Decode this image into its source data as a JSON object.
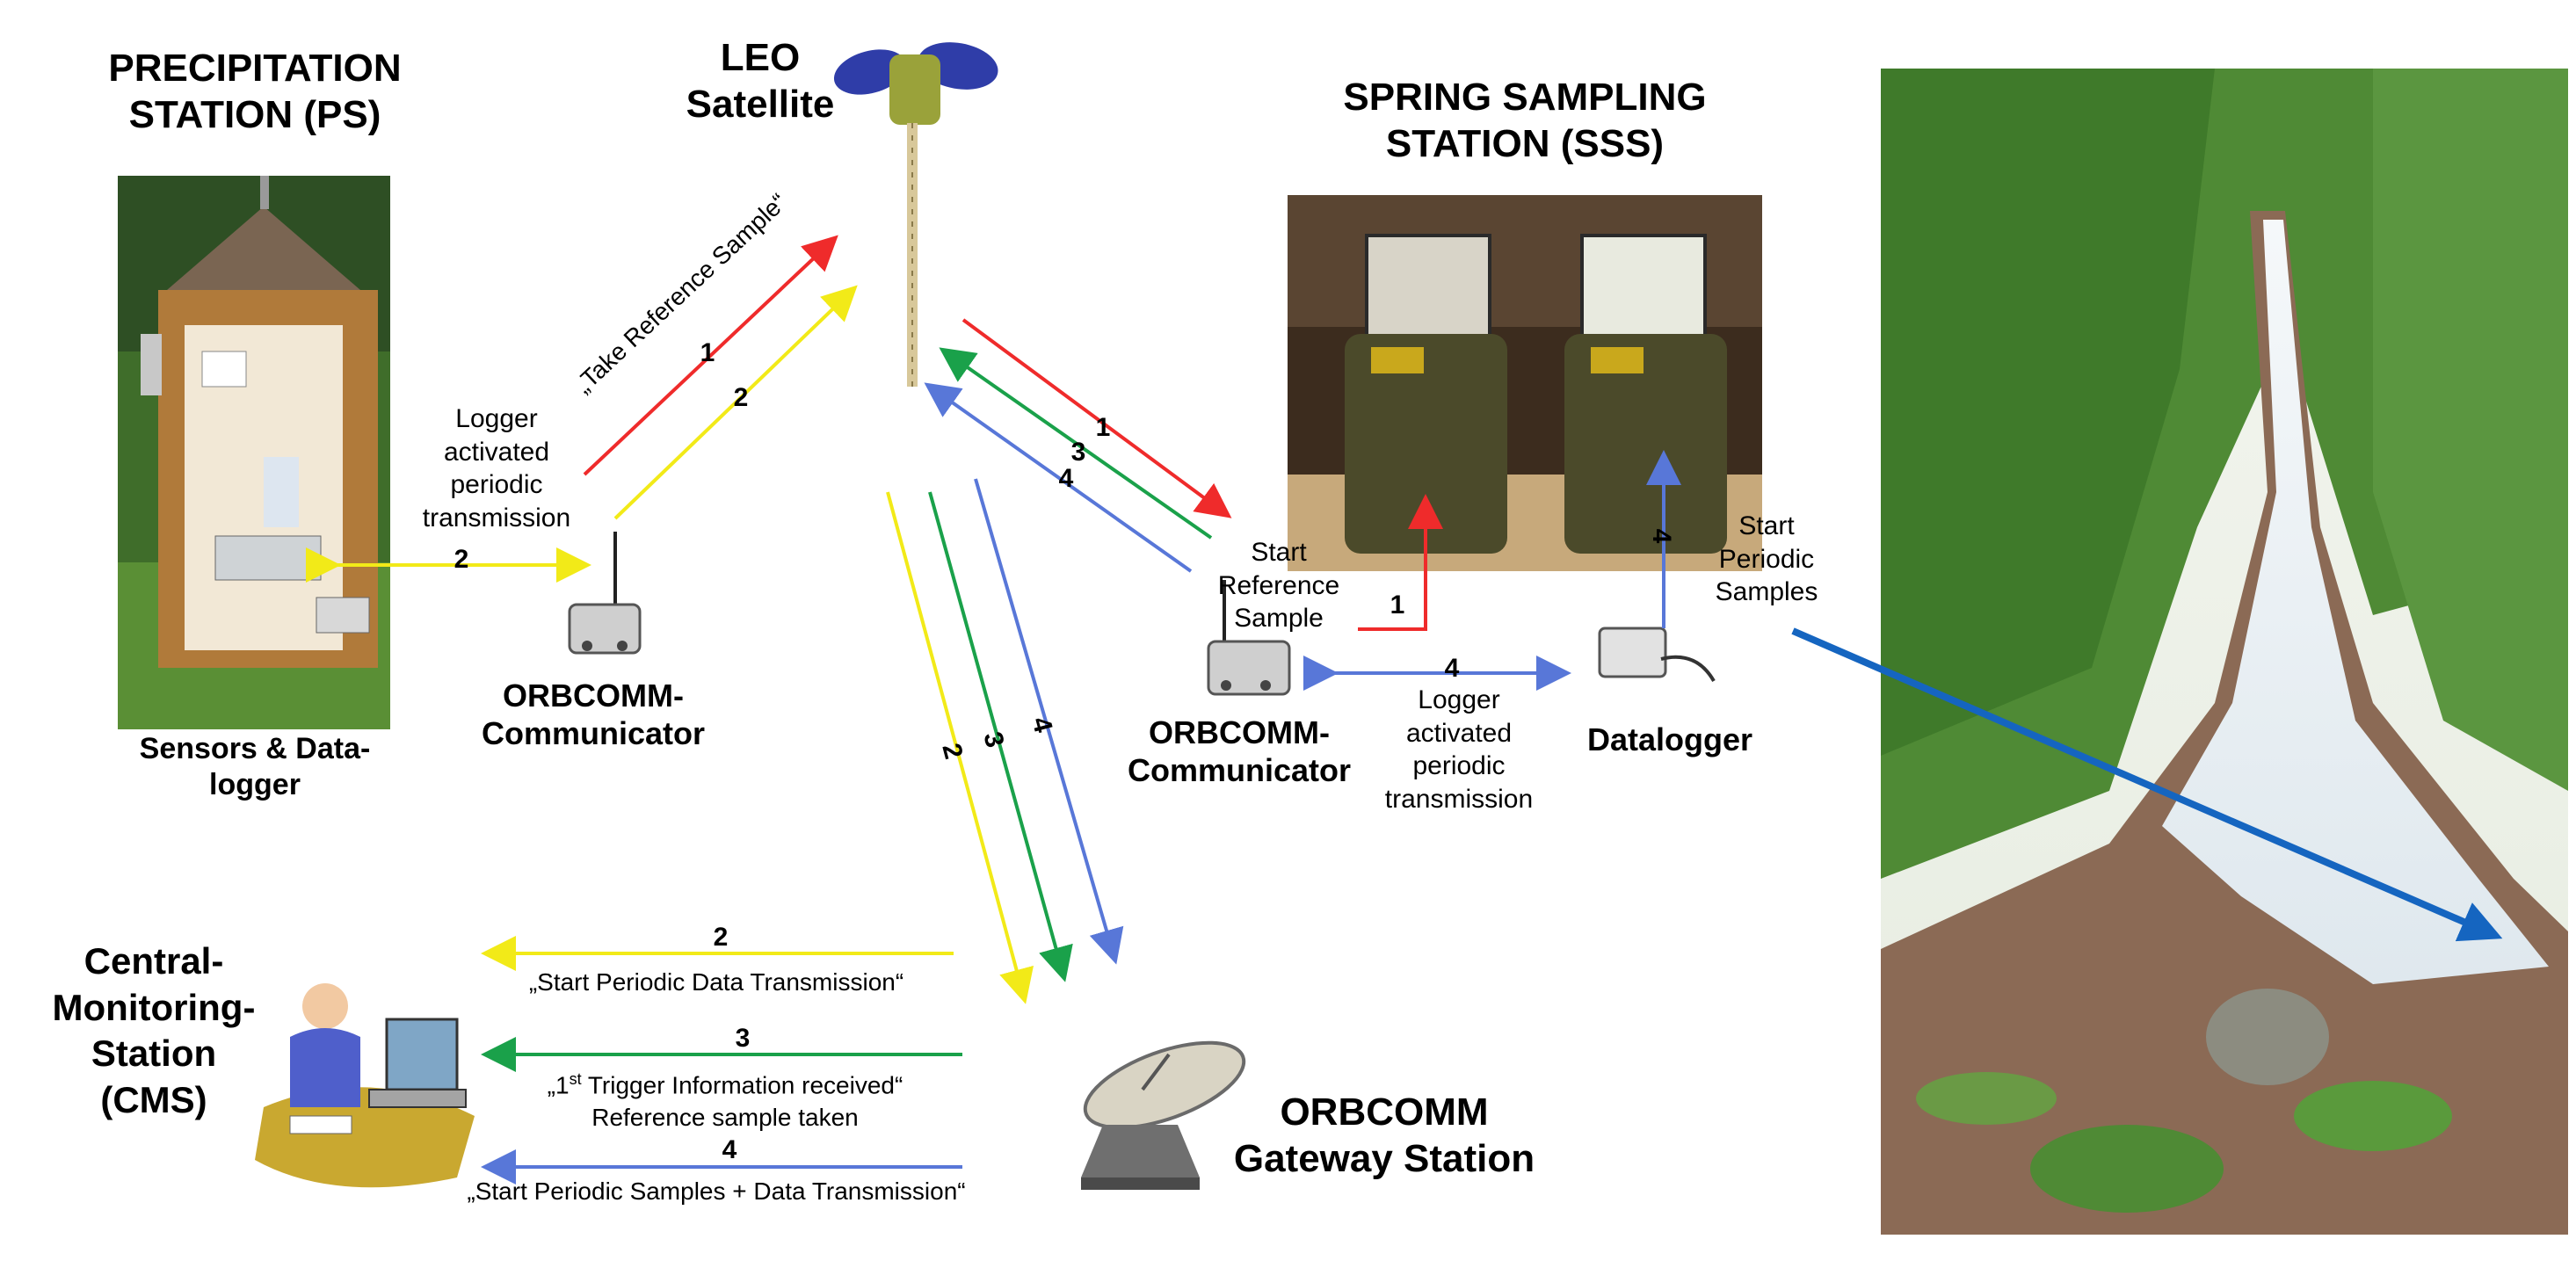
{
  "precip": {
    "title_line1": "PRECIPITATION",
    "title_line2": "STATION (PS)",
    "caption_line1": "Sensors & Data-",
    "caption_line2": "logger"
  },
  "leo": {
    "line1": "LEO",
    "line2": "Satellite"
  },
  "sss": {
    "title_line1": "SPRING SAMPLING",
    "title_line2": "STATION (SSS)"
  },
  "ps_comm": {
    "label_line1": "ORBCOMM-",
    "label_line2": "Communicator",
    "logger_lines": [
      "Logger",
      "activated",
      "periodic",
      "transmission"
    ],
    "link_num": "2"
  },
  "uplink": {
    "msg": "„Take Reference Sample“",
    "num1": "1",
    "num2": "2"
  },
  "sss_links": {
    "num_red": "1",
    "num_green": "3",
    "num_blue": "4",
    "start_ref_lines": [
      "Start",
      "Reference",
      "Sample"
    ],
    "red_step": "1",
    "blue_step": "4",
    "start_periodic_lines": [
      "Start",
      "Periodic",
      "Samples"
    ]
  },
  "sss_comm": {
    "label_line1": "ORBCOMM-",
    "label_line2": "Communicator",
    "link_num": "4",
    "logger_lines": [
      "Logger",
      "activated",
      "periodic",
      "transmission"
    ]
  },
  "datalogger": {
    "label": "Datalogger"
  },
  "down_links": {
    "num_yellow": "2",
    "num_green": "3",
    "num_blue": "4"
  },
  "cms": {
    "lines": [
      "Central-",
      "Monitoring-",
      "Station",
      "(CMS)"
    ]
  },
  "gateway": {
    "line1": "ORBCOMM",
    "line2": "Gateway Station"
  },
  "messages": {
    "m2_num": "2",
    "m2_text": "„Start Periodic Data Transmission“",
    "m3_num": "3",
    "m3_text_pre": "„1",
    "m3_text_sup": "st",
    "m3_text_post": " Trigger Information received“",
    "m3_text_line2": "Reference sample taken",
    "m4_num": "4",
    "m4_text": "„Start Periodic Samples + Data Transmission“"
  },
  "colors": {
    "red": "#ef2b2b",
    "yellow": "#f2ea18",
    "green": "#1aa14a",
    "blue": "#5877d8",
    "big_blue": "#1565c0"
  }
}
